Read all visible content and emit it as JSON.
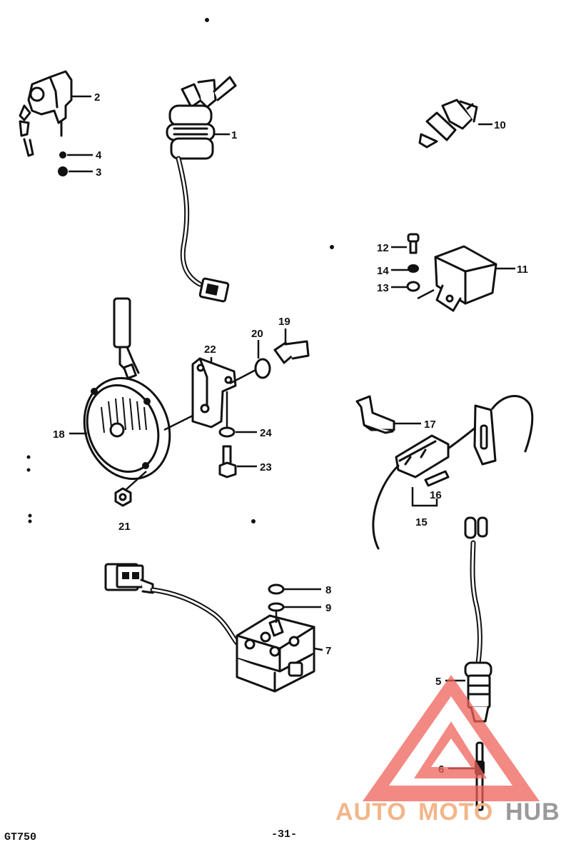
{
  "page": {
    "model_label": "GT750",
    "page_number": "-31-"
  },
  "callouts": {
    "c1": "1",
    "c2": "2",
    "c3": "3",
    "c4": "4",
    "c5": "5",
    "c6": "6",
    "c7": "7",
    "c8": "8",
    "c9": "9",
    "c10": "10",
    "c11": "11",
    "c12": "12",
    "c13": "13",
    "c14": "14",
    "c15": "15",
    "c16": "16",
    "c17": "17",
    "c18": "18",
    "c19": "19",
    "c20": "20",
    "c21": "21",
    "c22": "22",
    "c23": "23",
    "c24": "24"
  },
  "watermark": {
    "auto": "AUTO",
    "moto": "MOTO",
    "hub": "HUB",
    "logo_color": "#f0625a",
    "text_color": "#f2b68a",
    "hub_color": "#9a9a9a"
  }
}
